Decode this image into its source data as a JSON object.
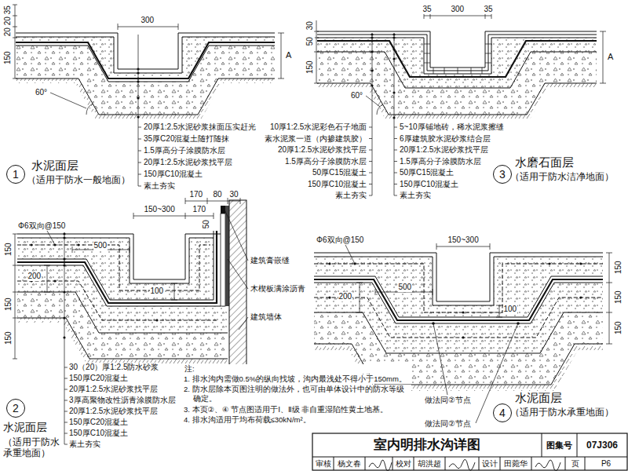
{
  "diagram": {
    "title": "室内明排水沟详图",
    "nodes": [
      {
        "text": [
          "1",
          "水泥面层",
          "（适用于防水一般地面）"
        ]
      },
      {
        "text": [
          "3",
          "水磨石面层",
          "（适用于防水洁净地面）"
        ]
      },
      {
        "text": [
          "2",
          "水泥面层",
          "（适用于防水承重地面）"
        ]
      },
      {
        "text": [
          "4",
          "水泥面层",
          "（适用于防水承重地面）"
        ]
      }
    ],
    "labels": [
      "35",
      "20",
      "20",
      "150",
      "300",
      "A",
      "60°",
      "20厚1:2.5水泥砂浆抹面压实赶光",
      "35厚C20混凝土随打随抹",
      "1.5厚高分子涂膜防水层",
      "20厚1:2.5水泥砂浆找平层",
      "150厚C10混凝土",
      "素土夯实",
      "35",
      "300",
      "35",
      "150",
      "50",
      "30",
      "A",
      "60°",
      "10厚1:2.5水泥彩色石子地面",
      "素水泥浆一道（内掺建筑胶）",
      "20厚1:2.5水泥砂浆找平层",
      "1.5厚高分子涂膜防水层",
      "50厚C15混凝土",
      "150厚C10混凝土",
      "素土夯实",
      "5~10厚铺地砖，稀水泥浆擦缝",
      "6厚建筑胶水泥砂浆结合层",
      "20厚1:2.5水泥砂浆找平层",
      "1.5厚高分子涂膜防水层",
      "50厚C15混凝土",
      "150厚C10混凝土",
      "素土夯实",
      "Φ6双向@150",
      "170",
      "80",
      "30",
      "150~300",
      "170",
      "50",
      "500",
      "200",
      "100",
      "150",
      "150",
      "150",
      "建筑膏嵌缝",
      "木楔板满涂沥青",
      "建筑墙体",
      "30（20）厚1:2.5防水砂浆",
      "150厚C20混凝土",
      "20厚1:2.5水泥砂浆找平层",
      "3厚高聚物改性沥青涂膜防水层",
      "20厚1:2.5水泥砂浆找平层",
      "150厚C20混凝土",
      "150厚C10混凝土",
      "素土夯实",
      "注:",
      "1. 排水沟内需做0.5%的纵向找坡，沟内最浅处不得小于150mm。",
      "2. 防水层除本页图注明的做法外，也可由单体设计中的防水等级确定。",
      "3. 本页②、④ 节点图适用于Ⅰ、Ⅱ级 非自重湿陷性黄土地基。",
      "4. 排水沟适用于均布荷载≤30kN/m²。",
      "Φ6双向@150",
      "150~300",
      "500",
      "200",
      "100",
      "150",
      "150",
      "150",
      "做法同②节点",
      "做法同②节点",
      "图集号",
      "07J306",
      "审核",
      "杨文春",
      "校对",
      "胡洪超",
      "设计",
      "田菀华",
      "页",
      "P6"
    ]
  }
}
